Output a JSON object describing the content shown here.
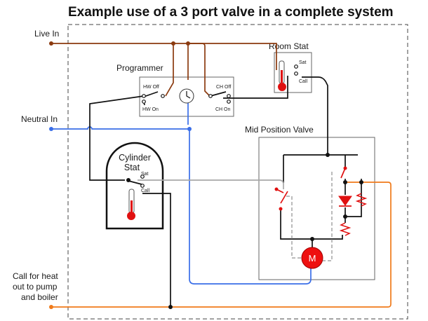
{
  "title": "Example use of a 3 port valve in a complete system",
  "labels": {
    "live_in": "Live In",
    "neutral_in": "Neutral In",
    "call_for_heat": [
      "Call for heat",
      "out to pump",
      "and boiler"
    ],
    "programmer": "Programmer",
    "room_stat": "Room Stat",
    "mid_position_valve": "Mid Position Valve",
    "cylinder_stat": [
      "Cylinder",
      "Stat"
    ]
  },
  "terminals": {
    "hw_off": "HW Off",
    "hw_on": "HW On",
    "ch_off": "CH Off",
    "ch_on": "CH On",
    "room_sat": "Sat",
    "room_call": "Call",
    "cyl_sat": "Sat",
    "cyl_call": "Call"
  },
  "motor_label": "M",
  "colors": {
    "live": "#8b3a0f",
    "neutral": "#3a6ee8",
    "switched": "#111111",
    "satisfied": "#a8a8a8",
    "call": "#f07a1a",
    "valve_red": "#e01010",
    "motor": "#ee1010"
  }
}
